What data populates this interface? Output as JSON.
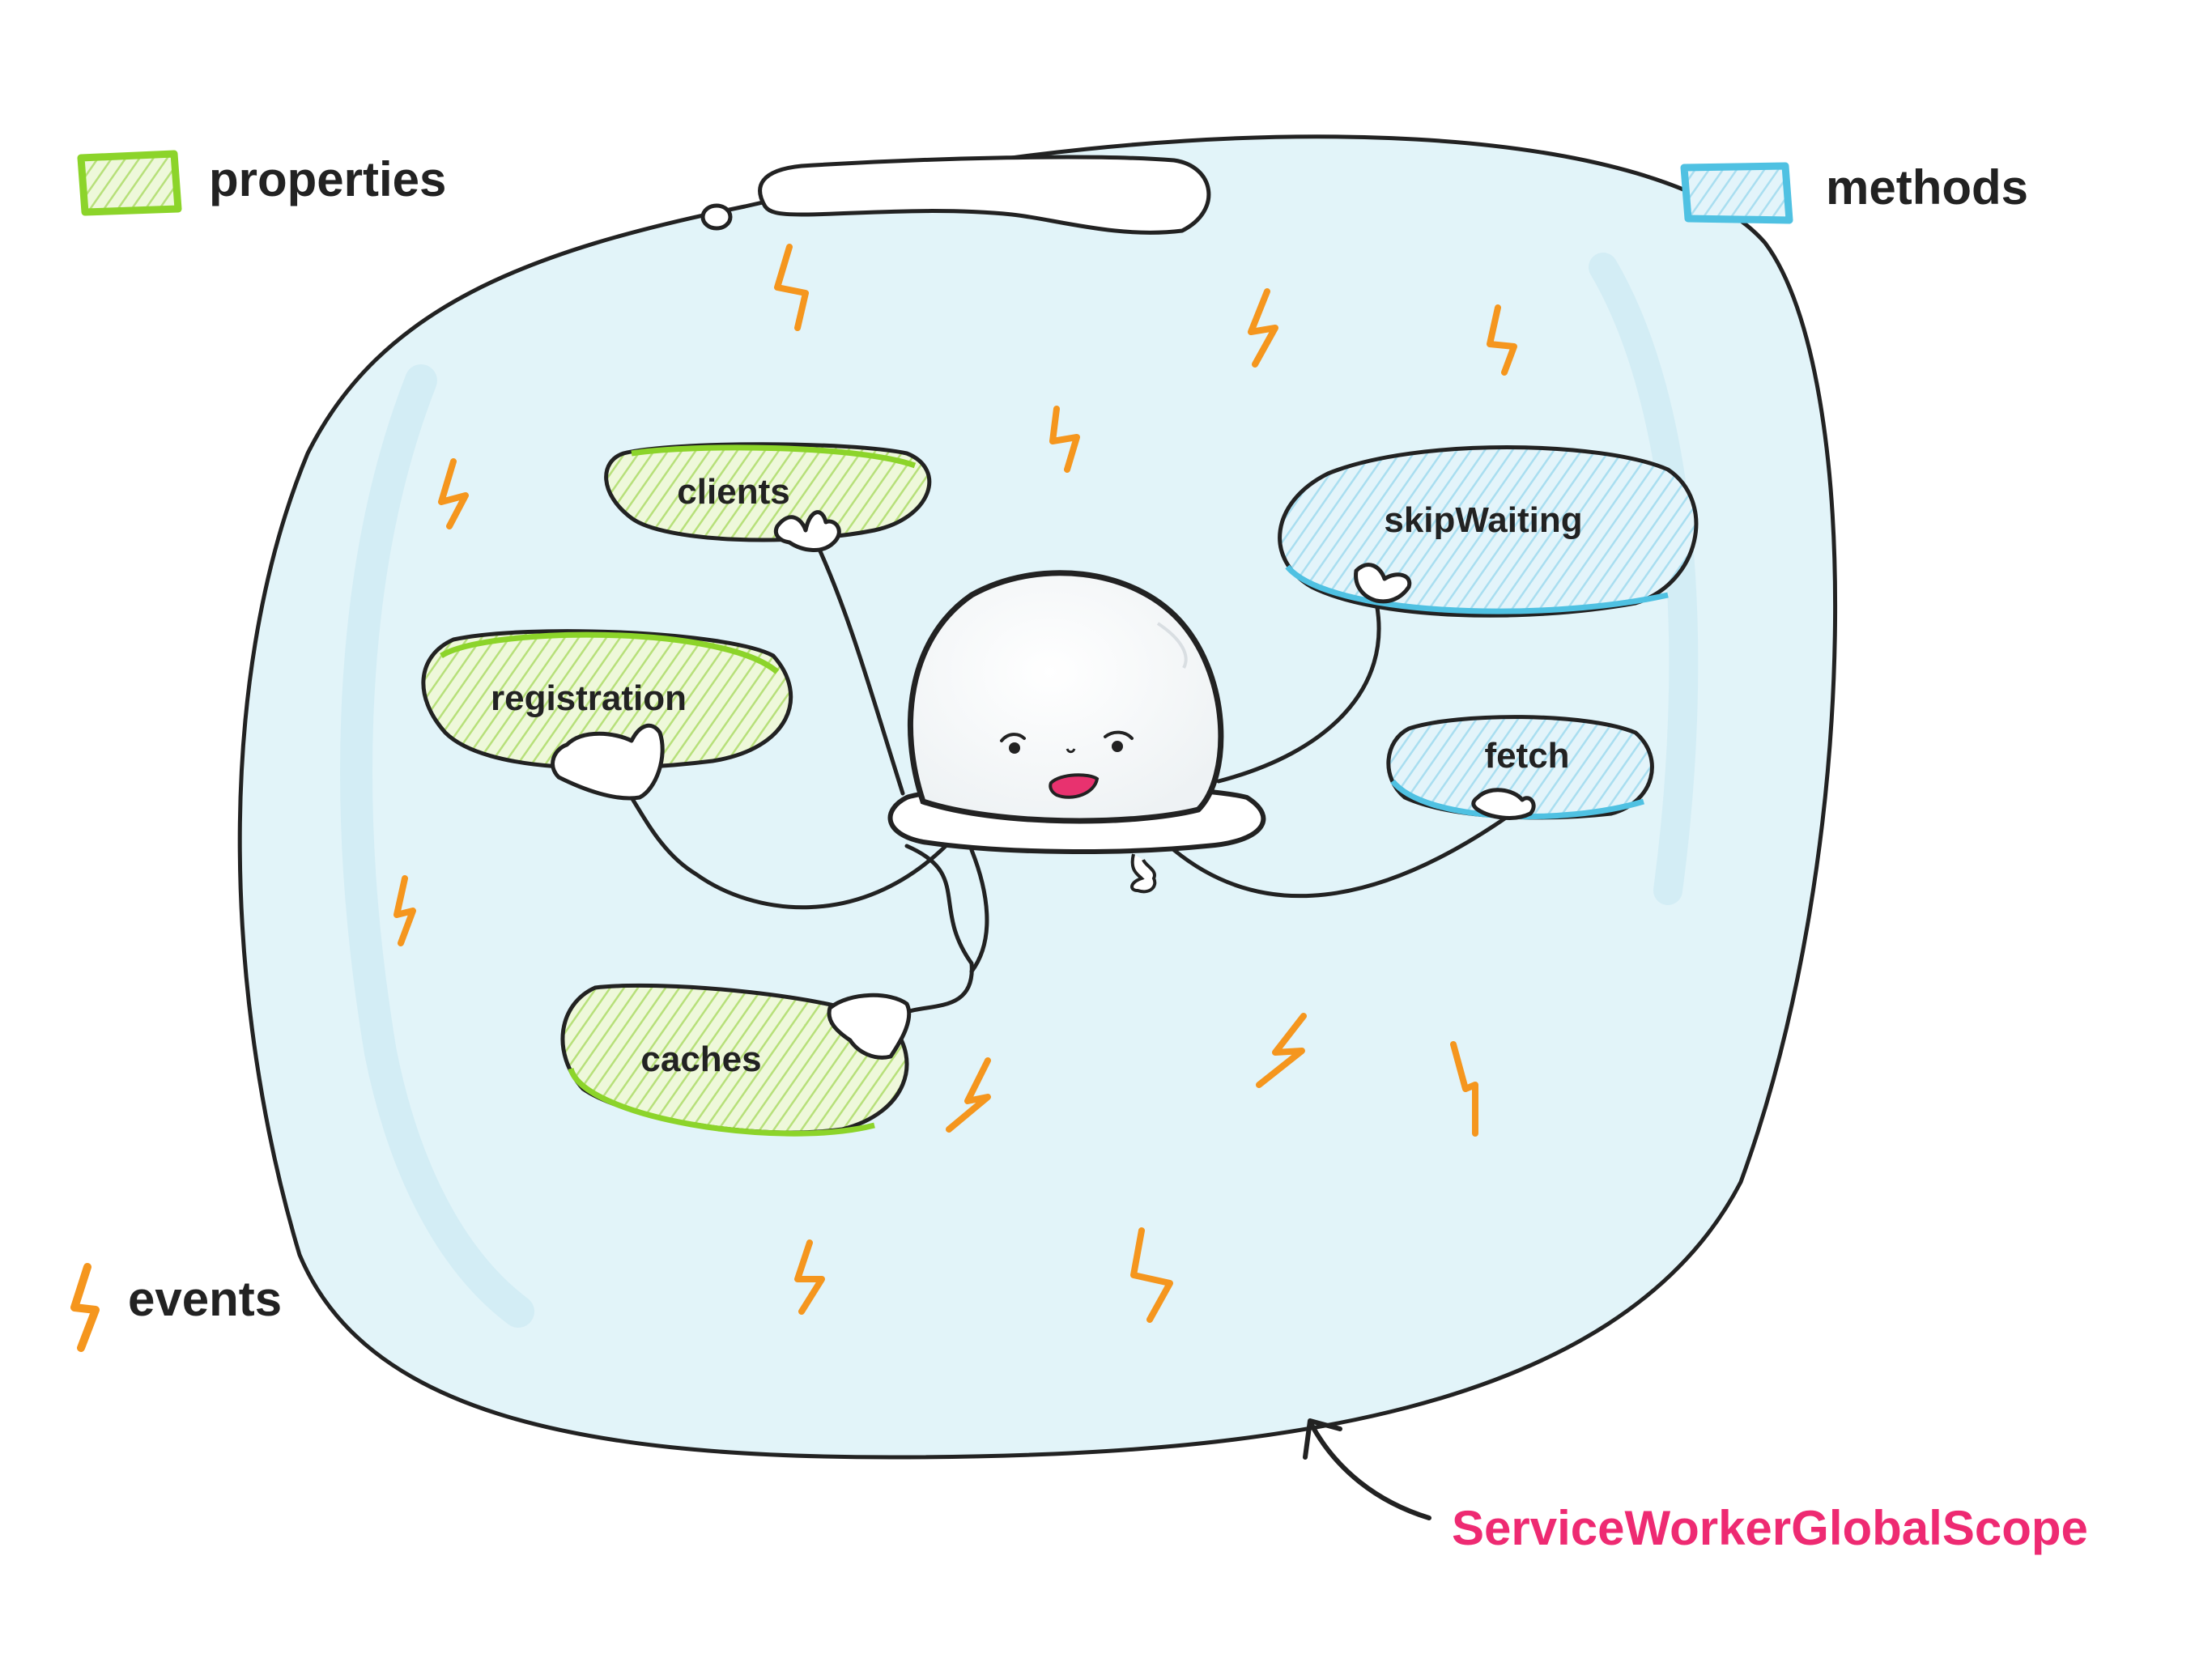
{
  "legend": {
    "properties_label": "properties",
    "methods_label": "methods",
    "events_label": "events"
  },
  "properties": [
    "clients",
    "registration",
    "caches"
  ],
  "methods": [
    "skipWaiting",
    "fetch"
  ],
  "scope_label": "ServiceWorkerGlobalScope",
  "colors": {
    "property": "#8cd42a",
    "method": "#4fc1e2",
    "event": "#f5961e",
    "scope": "#ee2a72",
    "bubble_fill": "#e2f4f9",
    "ink": "#222222"
  },
  "icons": {
    "property": "green-swatch-icon",
    "method": "blue-swatch-icon",
    "event": "lightning-bolt-icon",
    "pointer": "curved-arrow-icon",
    "character": "service-worker-mascot"
  }
}
